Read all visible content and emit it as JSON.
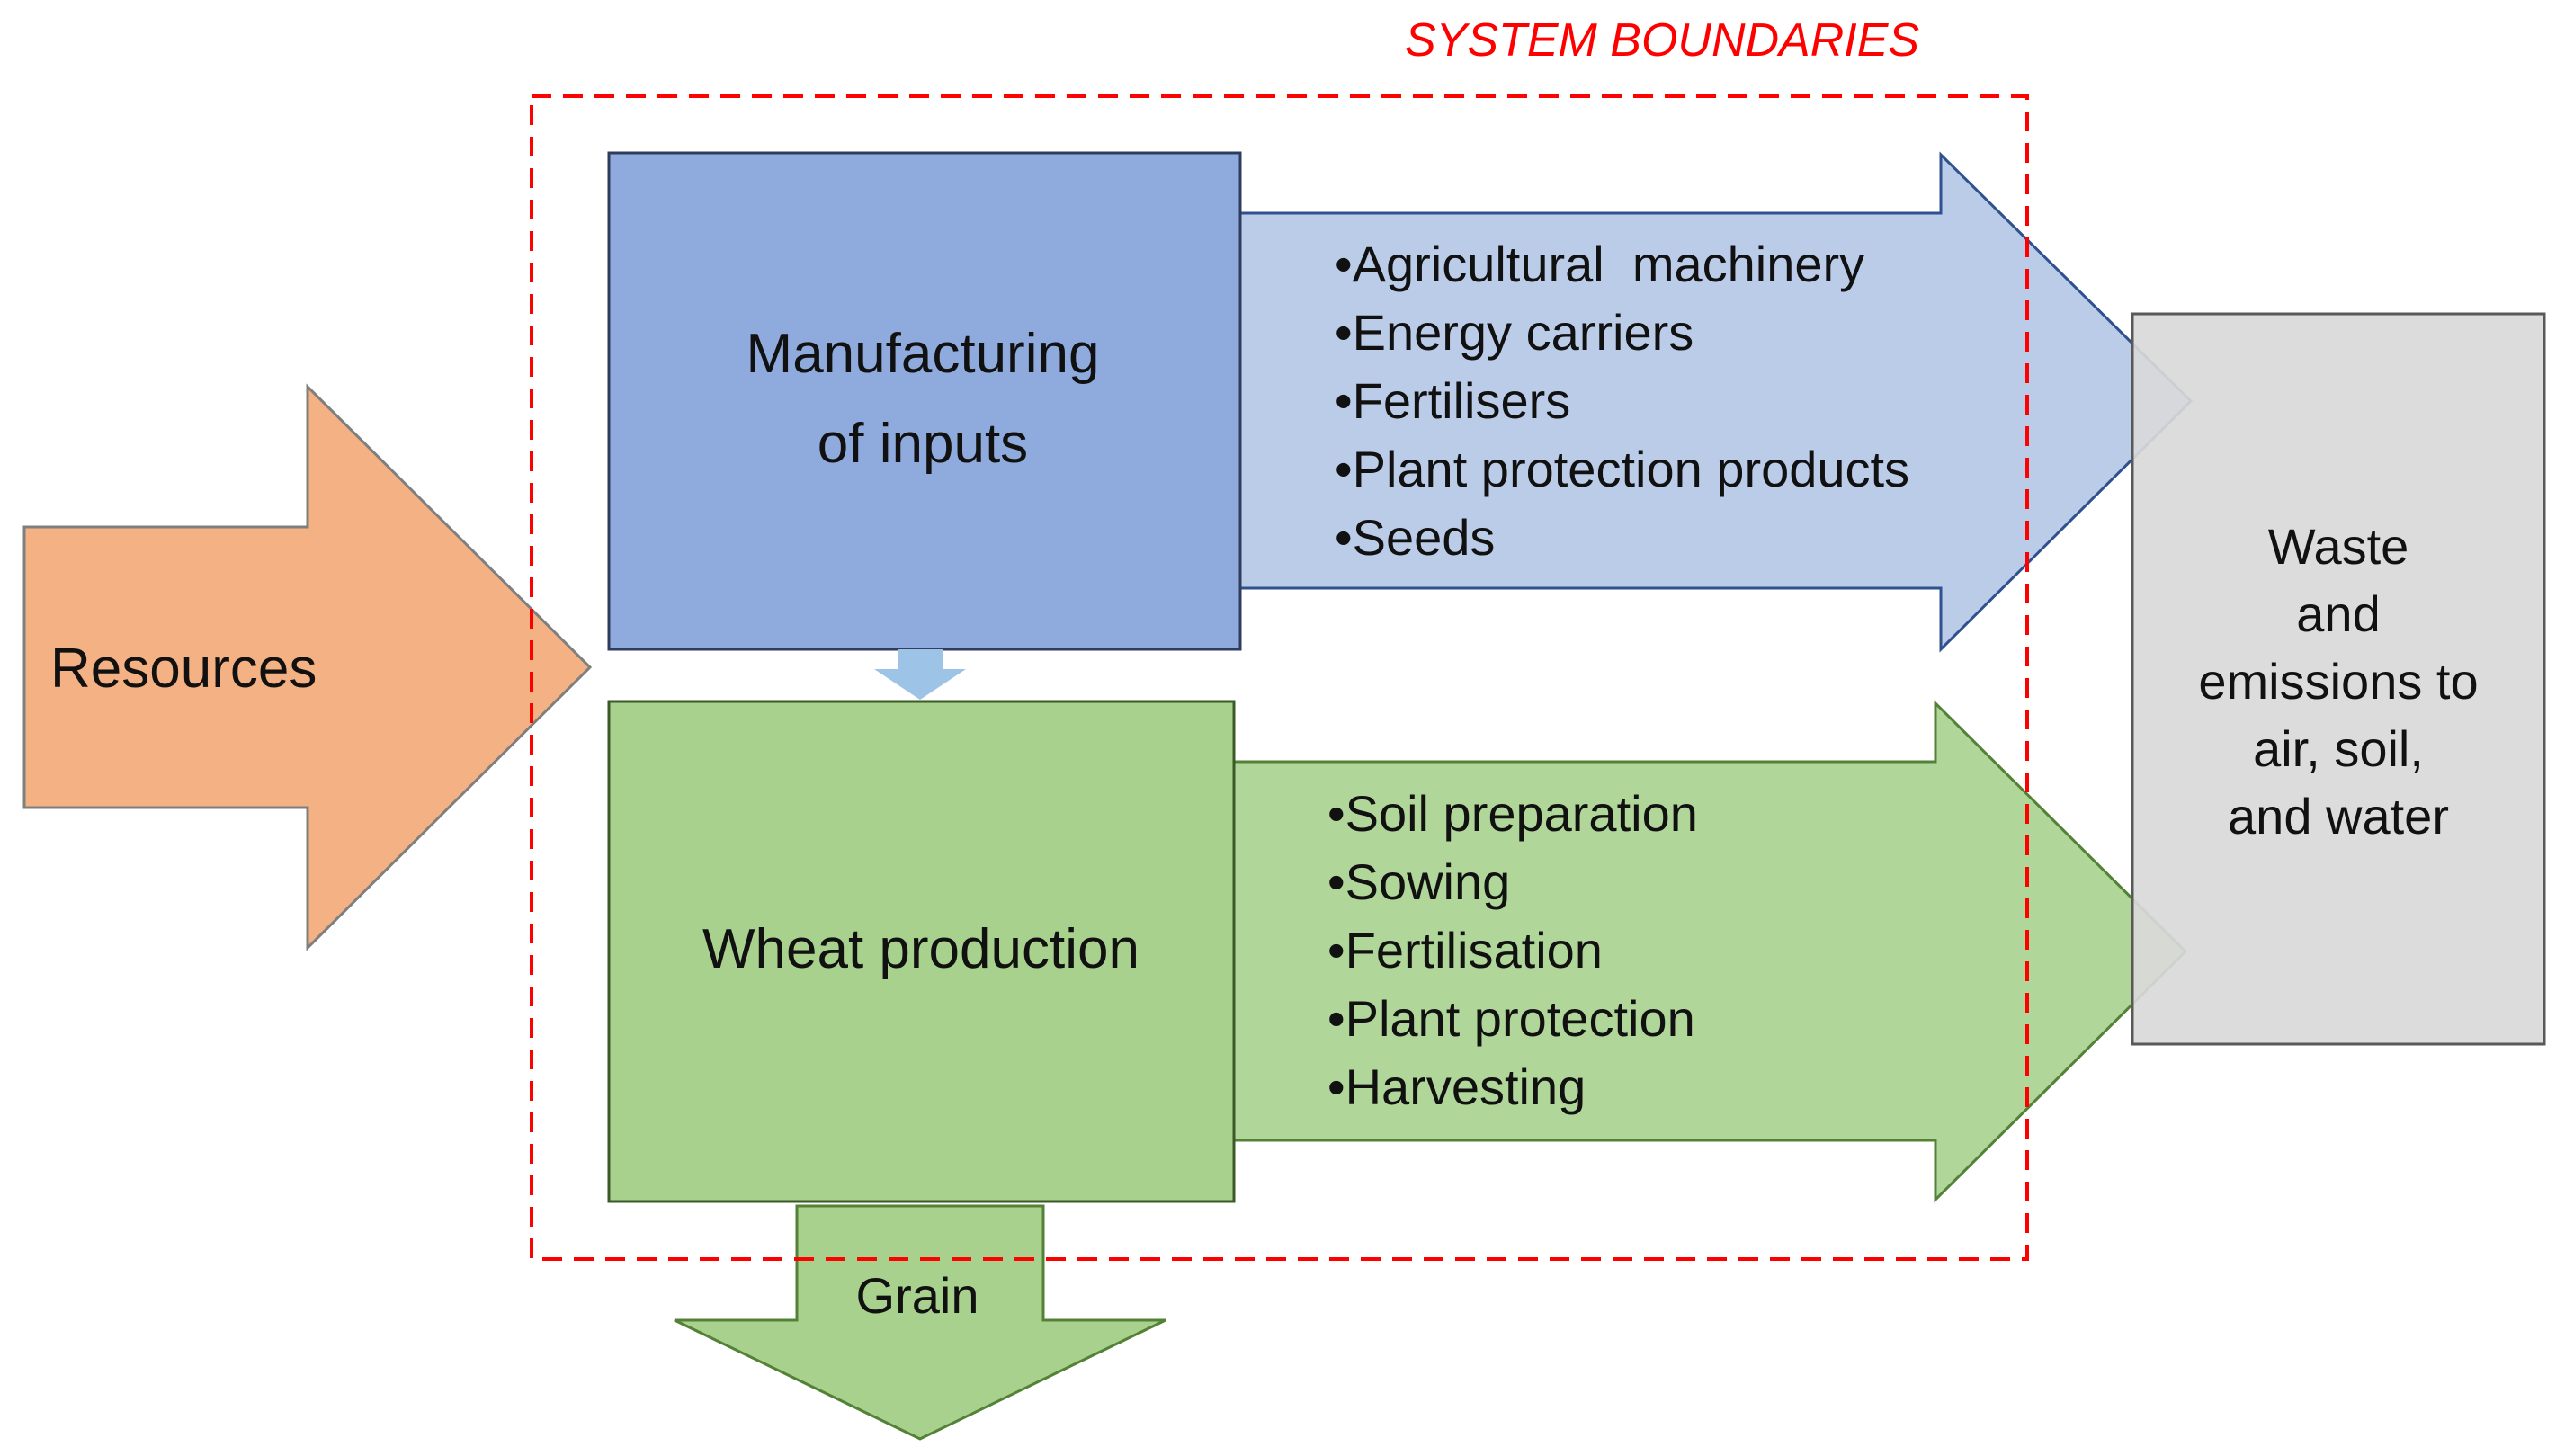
{
  "title": "SYSTEM BOUNDARIES",
  "resources": {
    "label": "Resources"
  },
  "manufacturing": {
    "line1": "Manufacturing",
    "line2": "of inputs",
    "items": [
      "•Agricultural  machinery",
      "•Energy carriers",
      "•Fertilisers",
      "•Plant protection products",
      "•Seeds"
    ]
  },
  "wheat": {
    "label": "Wheat production",
    "items": [
      "•Soil preparation",
      "•Sowing",
      "•Fertilisation",
      "•Plant protection",
      "•Harvesting"
    ]
  },
  "waste": {
    "lines": [
      "Waste",
      "and",
      "emissions to",
      "air, soil,",
      "and water"
    ]
  },
  "grain": {
    "label": "Grain"
  },
  "colors": {
    "resources": "#f4b183",
    "manufacturing": "#8faadc",
    "manufacturing_arrow": "#b4c7e7",
    "wheat": "#a9d18e",
    "waste": "#d9d9d9",
    "boundary": "#ff0000"
  }
}
